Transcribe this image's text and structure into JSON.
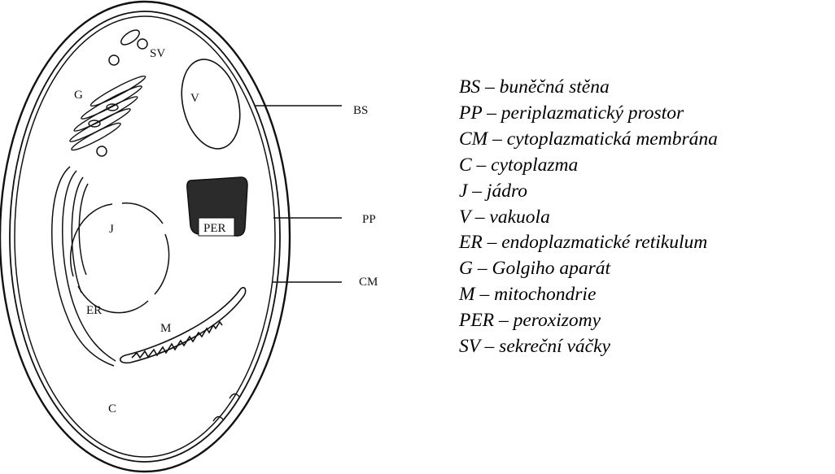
{
  "diagram": {
    "labels": {
      "sv": "SV",
      "g": "G",
      "v": "V",
      "per": "PER",
      "j": "J",
      "er": "ER",
      "m": "M",
      "c": "C",
      "bs": "BS",
      "pp": "PP",
      "cm": "CM"
    }
  },
  "legend": [
    {
      "abbr": "BS",
      "text": "BS – buněčná stěna"
    },
    {
      "abbr": "PP",
      "text": "PP – periplazmatický prostor"
    },
    {
      "abbr": "CM",
      "text": "CM – cytoplazmatická membrána"
    },
    {
      "abbr": "C",
      "text": "C – cytoplazma"
    },
    {
      "abbr": "J",
      "text": "J – jádro"
    },
    {
      "abbr": "V",
      "text": "V – vakuola"
    },
    {
      "abbr": "ER",
      "text": "ER – endoplazmatické retikulum"
    },
    {
      "abbr": "G",
      "text": "G – Golgiho aparát"
    },
    {
      "abbr": "M",
      "text": "M – mitochondrie"
    },
    {
      "abbr": "PER",
      "text": "PER – peroxizomy"
    },
    {
      "abbr": "SV",
      "text": "SV – sekreční váčky"
    }
  ]
}
